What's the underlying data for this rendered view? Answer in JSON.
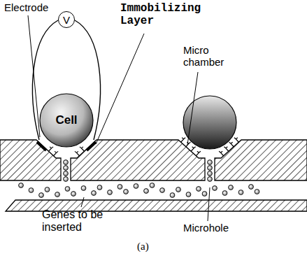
{
  "diagram": {
    "nodes": [
      {
        "text": [
          "V"
        ]
      },
      {
        "text": [
          "Cell"
        ]
      }
    ],
    "labels": [
      "Electrode",
      "Immobilizing Layer",
      "Micro chamber",
      "Genes to be inserted",
      "Microhole",
      "(a)"
    ]
  }
}
